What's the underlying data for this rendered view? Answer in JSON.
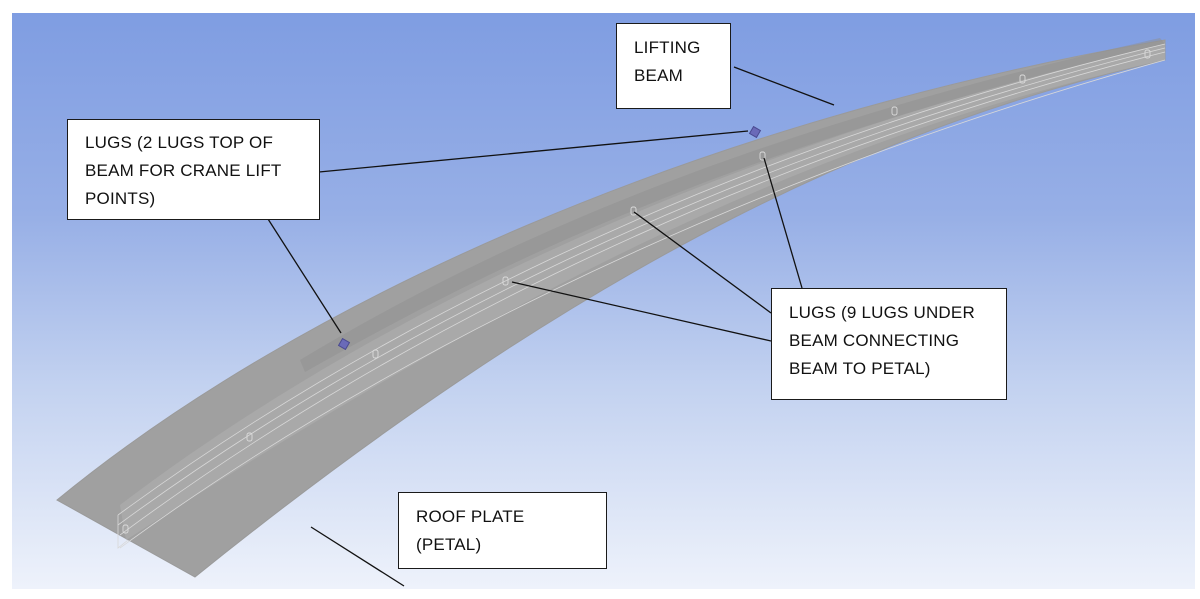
{
  "figure": {
    "description": "3D model view of curved roof plate (petal) with lifting beam and lugs",
    "colors": {
      "background_top": "#7f9de2",
      "background_bottom": "#eef2fb",
      "plate": "#a0a0a0",
      "beam": "#b4b4b4",
      "top_lug": "#6a6ab8",
      "callout_border": "#1a1a1a",
      "leader_line": "#111111"
    }
  },
  "callouts": {
    "lifting_beam": {
      "lines": [
        "LIFTING",
        "BEAM"
      ]
    },
    "top_lugs": {
      "lines": [
        "LUGS (2 LUGS TOP OF",
        "BEAM FOR CRANE LIFT",
        "POINTS)"
      ]
    },
    "under_lugs": {
      "lines": [
        "LUGS (9 LUGS UNDER",
        "BEAM CONNECTING",
        "BEAM TO PETAL)"
      ]
    },
    "roof_plate": {
      "lines": [
        "ROOF PLATE",
        "(PETAL)"
      ]
    }
  }
}
